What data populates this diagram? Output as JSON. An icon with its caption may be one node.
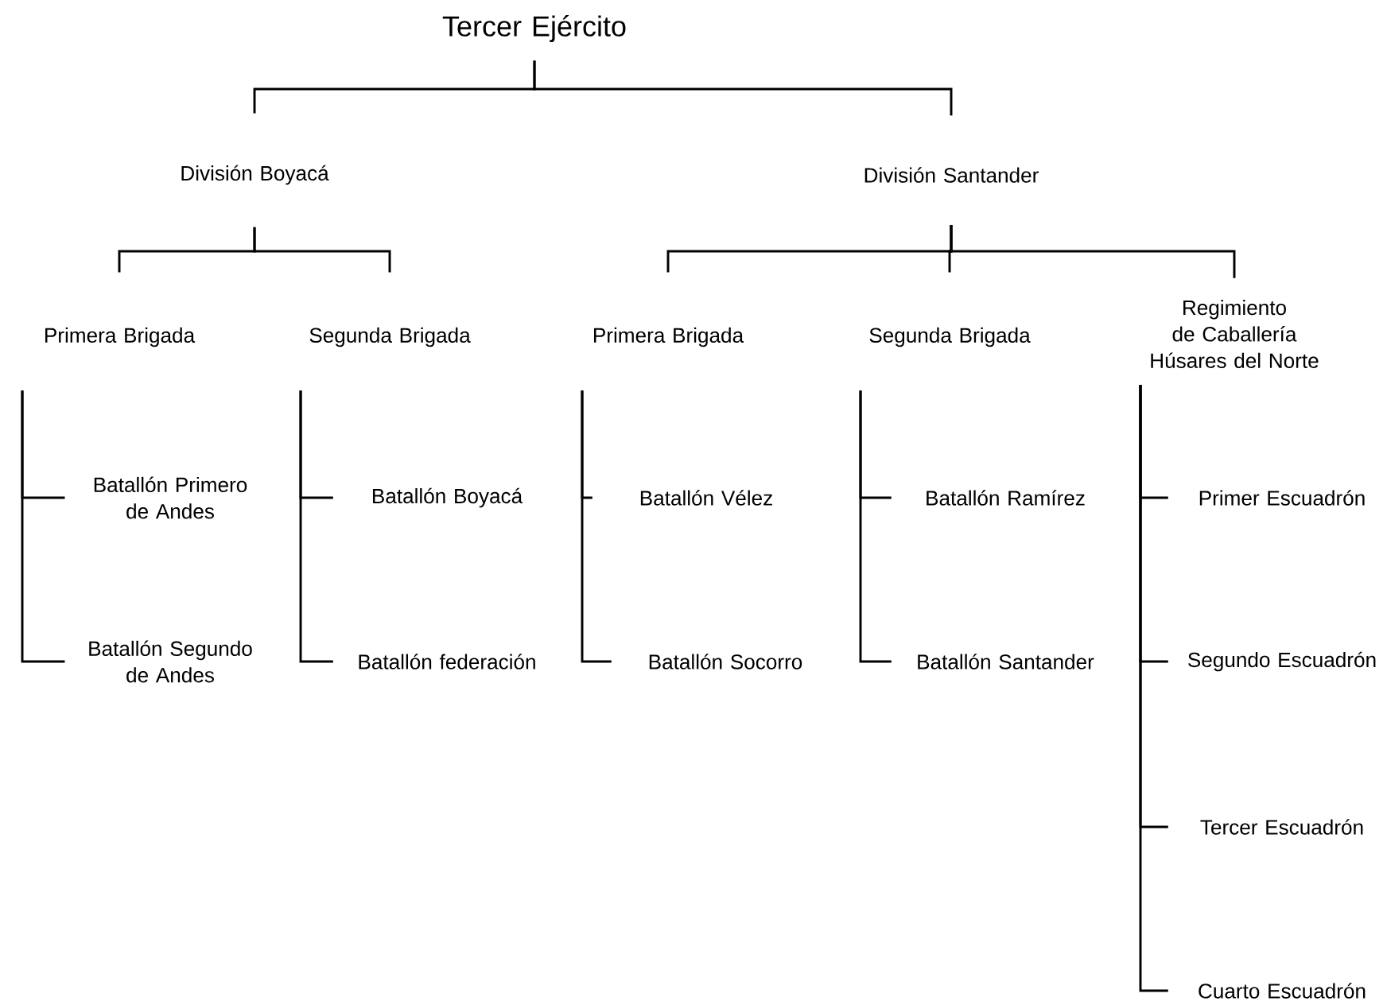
{
  "diagram": {
    "nodes": [
      {
        "text": [
          "Tercer Ejército"
        ]
      },
      {
        "text": [
          "División Boyacá"
        ]
      },
      {
        "text": [
          "División Santander"
        ]
      },
      {
        "text": [
          "Primera Brigada"
        ]
      },
      {
        "text": [
          "Segunda Brigada"
        ]
      },
      {
        "text": [
          "Primera Brigada"
        ]
      },
      {
        "text": [
          "Segunda Brigada"
        ]
      },
      {
        "text": [
          "Regimiento de Caballería Húsares del Norte"
        ]
      },
      {
        "text": [
          "Batallón Primero de Andes"
        ]
      },
      {
        "text": [
          "Batallón Segundo de Andes"
        ]
      },
      {
        "text": [
          "Batallón Boyacá"
        ]
      },
      {
        "text": [
          "Batallón federación"
        ]
      },
      {
        "text": [
          "Batallón Vélez"
        ]
      },
      {
        "text": [
          "Batallón Socorro"
        ]
      },
      {
        "text": [
          "Batallón Ramírez"
        ]
      },
      {
        "text": [
          "Batallón Santander"
        ]
      },
      {
        "text": [
          "Primer Escuadrón"
        ]
      },
      {
        "text": [
          "Segundo Escuadrón"
        ]
      },
      {
        "text": [
          "Tercer Escuadrón"
        ]
      },
      {
        "text": [
          "Cuarto Escuadrón"
        ]
      }
    ],
    "edges": [
      {
        "from": 0,
        "to": 1,
        "arrow": "none"
      },
      {
        "from": 0,
        "to": 2,
        "arrow": "none"
      },
      {
        "from": 1,
        "to": 3,
        "arrow": "none"
      },
      {
        "from": 1,
        "to": 4,
        "arrow": "none"
      },
      {
        "from": 2,
        "to": 5,
        "arrow": "none"
      },
      {
        "from": 2,
        "to": 6,
        "arrow": "none"
      },
      {
        "from": 2,
        "to": 7,
        "arrow": "none"
      },
      {
        "from": 3,
        "to": 8,
        "arrow": "none"
      },
      {
        "from": 3,
        "to": 9,
        "arrow": "none"
      },
      {
        "from": 4,
        "to": 10,
        "arrow": "none"
      },
      {
        "from": 4,
        "to": 11,
        "arrow": "none"
      },
      {
        "from": 5,
        "to": 12,
        "arrow": "none"
      },
      {
        "from": 5,
        "to": 13,
        "arrow": "none"
      },
      {
        "from": 6,
        "to": 14,
        "arrow": "none"
      },
      {
        "from": 6,
        "to": 15,
        "arrow": "none"
      },
      {
        "from": 7,
        "to": 16,
        "arrow": "none"
      },
      {
        "from": 7,
        "to": 17,
        "arrow": "none"
      },
      {
        "from": 7,
        "to": 18,
        "arrow": "none"
      },
      {
        "from": 7,
        "to": 19,
        "arrow": "none"
      }
    ]
  }
}
